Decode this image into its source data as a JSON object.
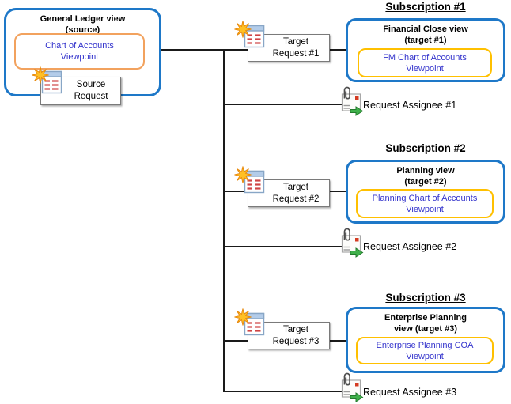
{
  "source_view": {
    "title_line1": "General Ledger view",
    "title_line2": "(source)",
    "viewpoint_line1": "Chart of Accounts",
    "viewpoint_line2": "Viewpoint",
    "request_line1": "Source",
    "request_line2": "Request"
  },
  "subscriptions": [
    {
      "header": "Subscription #1",
      "view_title_line1": "Financial Close view",
      "view_title_line2": "(target #1)",
      "viewpoint_line1": "FM Chart of Accounts",
      "viewpoint_line2": "Viewpoint",
      "request_line1": "Target",
      "request_line2": "Request #1",
      "assignee_label": "Request Assignee #1"
    },
    {
      "header": "Subscription #2",
      "view_title_line1": "Planning view",
      "view_title_line2": "(target #2)",
      "viewpoint_line1": "Planning Chart of Accounts",
      "viewpoint_line2": "Viewpoint",
      "request_line1": "Target",
      "request_line2": "Request #2",
      "assignee_label": "Request Assignee #2"
    },
    {
      "header": "Subscription #3",
      "view_title_line1": "Enterprise Planning",
      "view_title_line2": "view (target #3)",
      "viewpoint_line1": "Enterprise Planning COA",
      "viewpoint_line2": "Viewpoint",
      "request_line1": "Target",
      "request_line2": "Request #3",
      "assignee_label": "Request Assignee #3"
    }
  ],
  "icons": {
    "request_icon": "new-request-grid-with-star",
    "assignee_icon": "attachment-document-with-green-arrow"
  },
  "colors": {
    "view_border_blue": "#1e78c8",
    "source_viewpoint_border_orange": "#f2a25e",
    "target_viewpoint_border_gold": "#ffc000",
    "viewpoint_text_blue": "#3333cc",
    "connector_black": "#1a1a1a",
    "star_gold": "#ffc024",
    "arrow_green": "#3fb04a"
  }
}
